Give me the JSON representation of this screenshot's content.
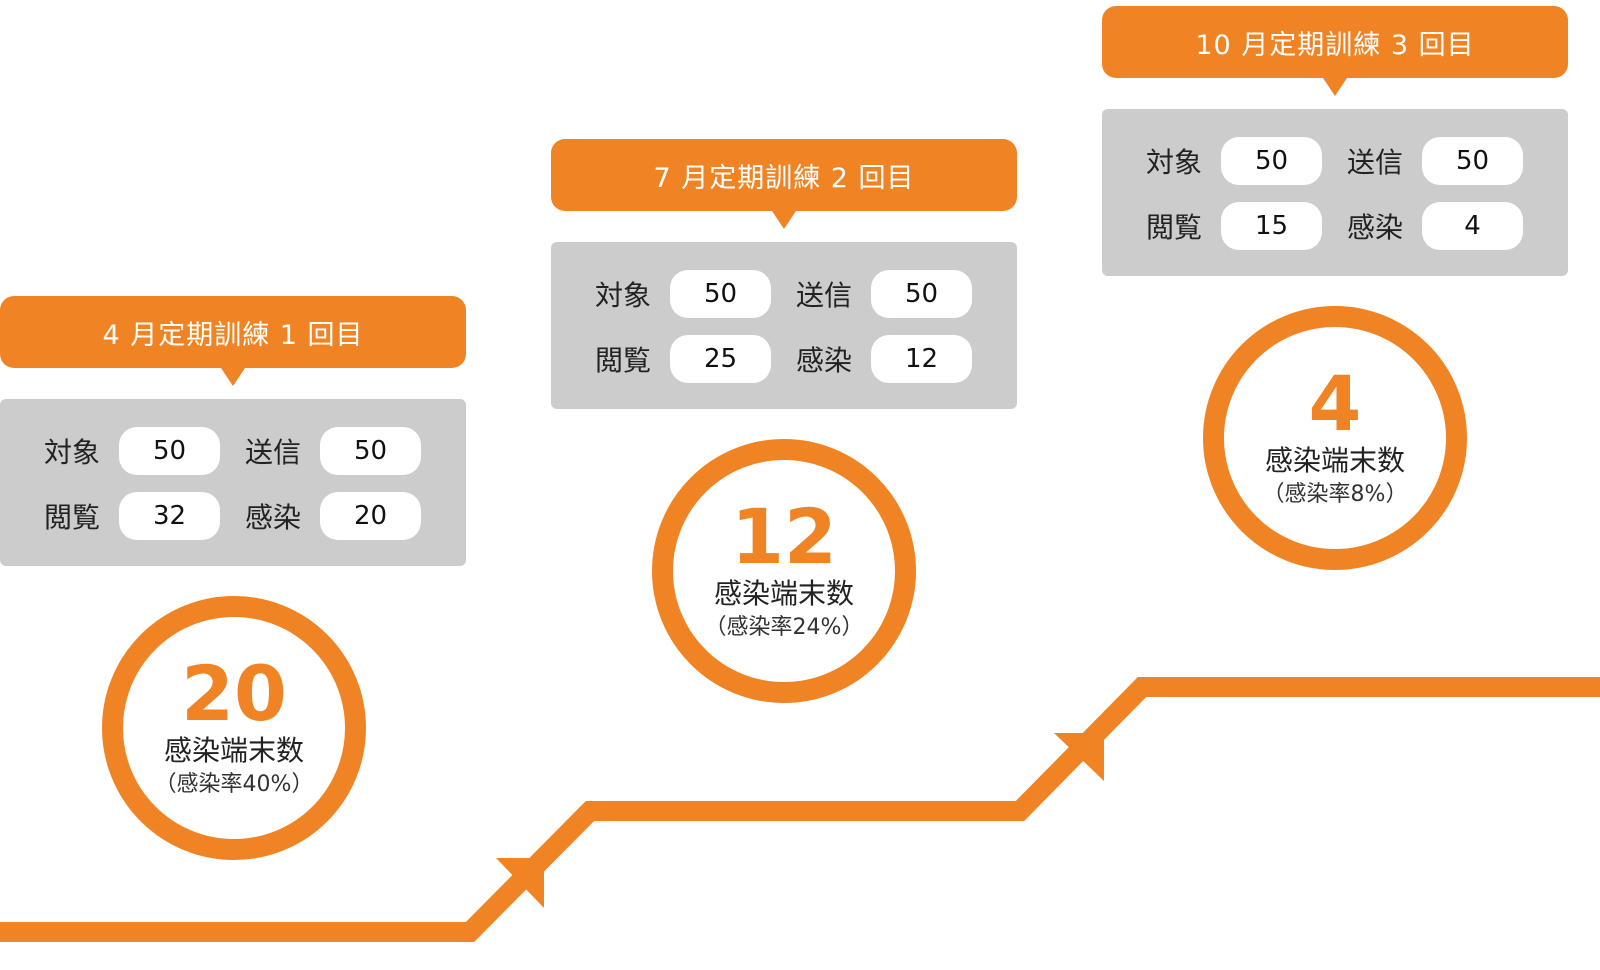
{
  "colors": {
    "accent": "#f08424",
    "panel": "#cccccc",
    "value_box": "#ffffff"
  },
  "steps": [
    {
      "title": "4 月定期訓練 1 回目",
      "stats": {
        "target_label": "対象",
        "target_value": "50",
        "sent_label": "送信",
        "sent_value": "50",
        "viewed_label": "閲覧",
        "viewed_value": "32",
        "infected_label": "感染",
        "infected_value": "20"
      },
      "result": {
        "number": "20",
        "caption": "感染端末数",
        "rate": "（感染率40%）"
      }
    },
    {
      "title": "7 月定期訓練 2 回目",
      "stats": {
        "target_label": "対象",
        "target_value": "50",
        "sent_label": "送信",
        "sent_value": "50",
        "viewed_label": "閲覧",
        "viewed_value": "25",
        "infected_label": "感染",
        "infected_value": "12"
      },
      "result": {
        "number": "12",
        "caption": "感染端末数",
        "rate": "（感染率24%）"
      }
    },
    {
      "title": "10 月定期訓練 3 回目",
      "stats": {
        "target_label": "対象",
        "target_value": "50",
        "sent_label": "送信",
        "sent_value": "50",
        "viewed_label": "閲覧",
        "viewed_value": "15",
        "infected_label": "感染",
        "infected_value": "4"
      },
      "result": {
        "number": "4",
        "caption": "感染端末数",
        "rate": "（感染率8%）"
      }
    }
  ]
}
